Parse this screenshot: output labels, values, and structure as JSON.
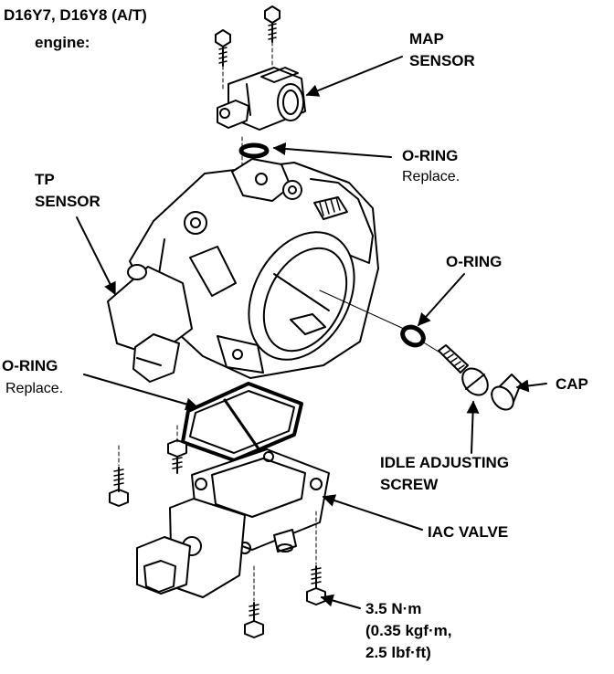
{
  "heading": {
    "line1": "D16Y7, D16Y8 (A/T)",
    "line2": "engine:"
  },
  "labels": {
    "map_sensor": {
      "line1": "MAP",
      "line2": "SENSOR"
    },
    "o_ring_top": {
      "title": "O-RING",
      "note": "Replace."
    },
    "tp_sensor": {
      "line1": "TP",
      "line2": "SENSOR"
    },
    "o_ring_right": {
      "title": "O-RING"
    },
    "o_ring_left": {
      "title": "O-RING",
      "note": "Replace."
    },
    "cap": {
      "title": "CAP"
    },
    "idle_adjusting_screw": {
      "line1": "IDLE ADJUSTING",
      "line2": "SCREW"
    },
    "iac_valve": {
      "title": "IAC VALVE"
    },
    "torque": {
      "line1": "3.5 N·m",
      "line2": "(0.35 kgf·m,",
      "line3": "2.5 lbf·ft)"
    }
  },
  "colors": {
    "ink": "#000000",
    "paper": "#ffffff"
  }
}
